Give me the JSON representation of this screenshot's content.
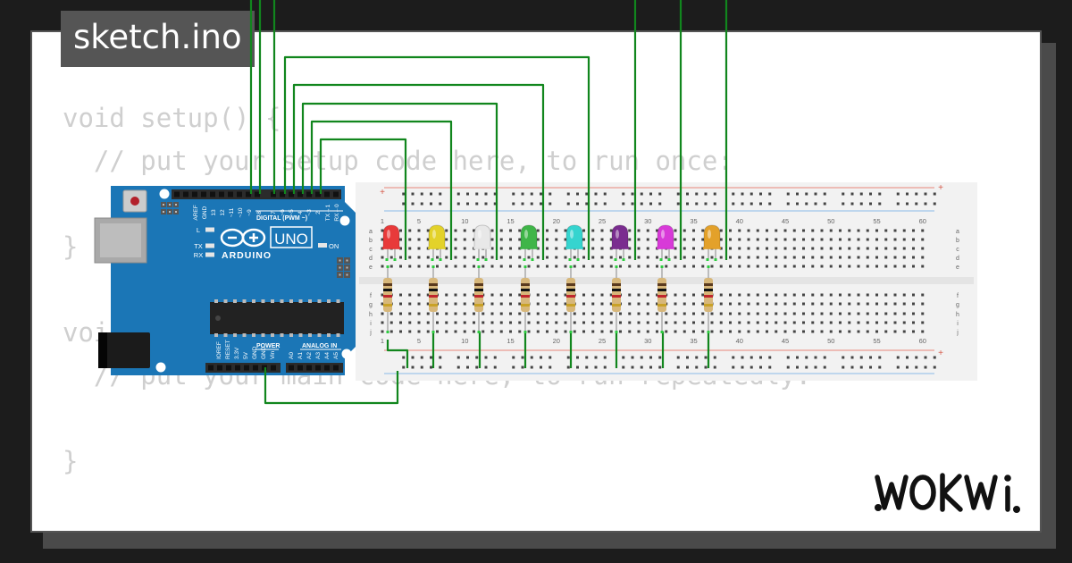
{
  "tab": {
    "filename": "sketch.ino"
  },
  "code": {
    "lines": [
      "void setup() {",
      "  // put your setup code here, to run once:",
      "",
      "}",
      "",
      "void loop() {",
      "  // put your main code here, to run repeatedly:",
      "",
      "}"
    ]
  },
  "arduino": {
    "board_name": "UNO",
    "brand": "ARDUINO",
    "digital_header_label": "DIGITAL (PWM ~)",
    "digital_pin_labels": [
      "AREF",
      "GND",
      "13",
      "12",
      "~11",
      "~10",
      "~9",
      "8",
      "7",
      "~6",
      "~5",
      "4",
      "~3",
      "2",
      "TX→1",
      "RX←0"
    ],
    "power_header_label": "POWER",
    "power_pin_labels": [
      "IOREF",
      "RESET",
      "3.3V",
      "5V",
      "GND",
      "GND",
      "Vin"
    ],
    "analog_header_label": "ANALOG IN",
    "analog_pin_labels": [
      "A0",
      "A1",
      "A2",
      "A3",
      "A4",
      "A5"
    ],
    "led_labels": [
      "L",
      "TX",
      "RX"
    ],
    "on_label": "ON",
    "colors": {
      "board": "#1b76b6",
      "board_dark": "#0f5f96",
      "text": "#ffffff"
    }
  },
  "breadboard": {
    "column_labels": [
      "1",
      "5",
      "10",
      "15",
      "20",
      "25",
      "30",
      "35",
      "40",
      "45",
      "50",
      "55",
      "60"
    ],
    "row_labels_top": [
      "a",
      "b",
      "c",
      "d",
      "e"
    ],
    "row_labels_bottom": [
      "f",
      "g",
      "h",
      "i",
      "j"
    ],
    "rail_symbol": "+"
  },
  "leds": [
    {
      "color_name": "red",
      "color": "#e83a3a"
    },
    {
      "color_name": "yellow",
      "color": "#e3d22a"
    },
    {
      "color_name": "white",
      "color": "#e8e8e8"
    },
    {
      "color_name": "green",
      "color": "#3fb548"
    },
    {
      "color_name": "cyan",
      "color": "#35d4cf"
    },
    {
      "color_name": "purple",
      "color": "#7a2d8f"
    },
    {
      "color_name": "magenta",
      "color": "#d83ad8"
    },
    {
      "color_name": "orange",
      "color": "#e3a12a"
    }
  ],
  "wire_color": "#11861d",
  "brand_logo": {
    "text": "WOKWI"
  }
}
